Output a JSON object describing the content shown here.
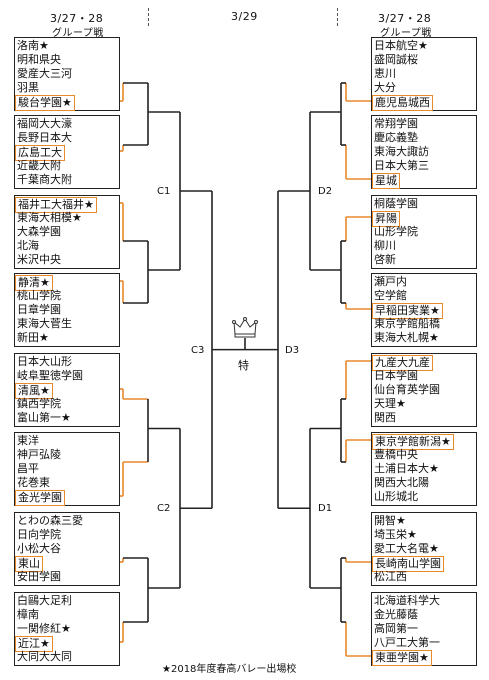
{
  "headers": {
    "left_date": "3/27・28",
    "left_sub": "グループ戦",
    "center_date": "3/29",
    "right_date": "3/27・28",
    "right_sub": "グループ戦"
  },
  "left_groups": [
    {
      "teams": [
        "洛南★",
        "明和県央",
        "愛産大三河",
        "羽黒",
        "駿台学園★"
      ],
      "winner": 4
    },
    {
      "teams": [
        "福岡大大濠",
        "長野日本大",
        "広島工大",
        "近畿大附",
        "千葉商大附"
      ],
      "winner": 2
    },
    {
      "teams": [
        "福井工大福井★",
        "東海大相模★",
        "大森学園",
        "北海",
        "米沢中央"
      ],
      "winner": 0
    },
    {
      "teams": [
        "静清★",
        "桃山学院",
        "日章学園",
        "東海大菅生",
        "新田★"
      ],
      "winner": 0
    },
    {
      "teams": [
        "日本大山形",
        "岐阜聖徳学園",
        "清風★",
        "鎮西学院",
        "富山第一★"
      ],
      "winner": 2
    },
    {
      "teams": [
        "東洋",
        "神戸弘陵",
        "昌平",
        "花巻東",
        "金光学園"
      ],
      "winner": 4
    },
    {
      "teams": [
        "とわの森三愛",
        "日向学院",
        "小松大谷",
        "東山",
        "安田学園"
      ],
      "winner": 3
    },
    {
      "teams": [
        "白鷗大足利",
        "樟南",
        "一関修紅★",
        "近江★",
        "大同大大同"
      ],
      "winner": 3
    }
  ],
  "right_groups": [
    {
      "teams": [
        "日本航空★",
        "盛岡誠桜",
        "恵川",
        "大分",
        "鹿児島城西"
      ],
      "winner": 4
    },
    {
      "teams": [
        "常翔学園",
        "慶応義塾",
        "東海大諏訪",
        "日本大第三",
        "星城"
      ],
      "winner": 4
    },
    {
      "teams": [
        "桐蔭学園",
        "昇陽",
        "山形学院",
        "柳川",
        "啓新"
      ],
      "winner": 1
    },
    {
      "teams": [
        "瀬戸内",
        "空学館",
        "早稲田実業★",
        "東京学館船橋",
        "東海大札幌★"
      ],
      "winner": 2
    },
    {
      "teams": [
        "九産大九産",
        "日本学園",
        "仙台育英学園",
        "天理★",
        "関西"
      ],
      "winner": 0
    },
    {
      "teams": [
        "東京学館新潟★",
        "豊橋中央",
        "土浦日本大★",
        "関西大北陽",
        "山形城北"
      ],
      "winner": 0
    },
    {
      "teams": [
        "開智★",
        "埼玉栄★",
        "愛工大名電★",
        "長崎南山学園",
        "松江西"
      ],
      "winner": 3
    },
    {
      "teams": [
        "北海道科学大",
        "金光藤蔭",
        "高岡第一",
        "八戸工大第一",
        "東亜学園★"
      ],
      "winner": 4
    }
  ],
  "rounds": {
    "c1": "C1",
    "c2": "C2",
    "c3": "C3",
    "d1": "D1",
    "d2": "D2",
    "d3": "D3",
    "final": "特"
  },
  "footer": "★2018年度春高バレー出場校",
  "colors": {
    "winner_line": "#e8892c",
    "line": "#222222"
  }
}
